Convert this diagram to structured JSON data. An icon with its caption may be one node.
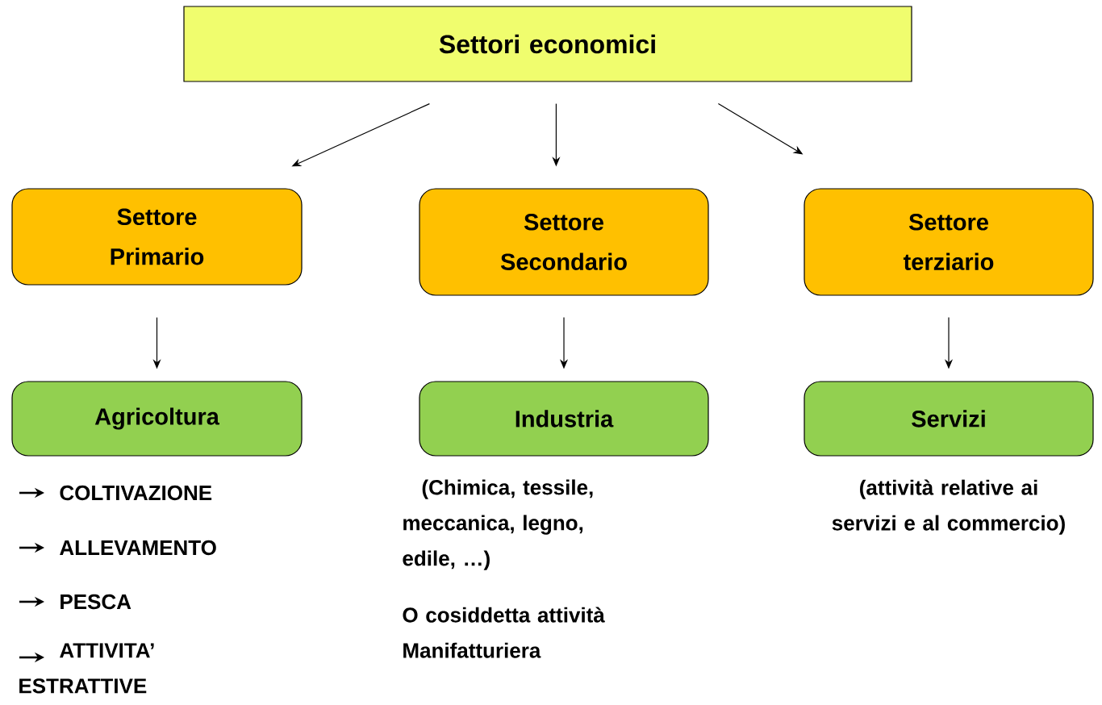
{
  "diagram": {
    "nodes": [
      {
        "text": [
          "Settori economici"
        ]
      },
      {
        "text": [
          "Settore Primario"
        ]
      },
      {
        "text": [
          "Settore Secondario"
        ]
      },
      {
        "text": [
          "Settore terziario"
        ]
      },
      {
        "text": [
          "Agricoltura"
        ]
      },
      {
        "text": [
          "Industria"
        ]
      },
      {
        "text": [
          "Servizi"
        ]
      }
    ],
    "edges": [
      {
        "from": 0,
        "to": 1,
        "arrow": "to"
      },
      {
        "from": 0,
        "to": 2,
        "arrow": "to"
      },
      {
        "from": 0,
        "to": 3,
        "arrow": "to"
      },
      {
        "from": 1,
        "to": 4,
        "arrow": "to"
      },
      {
        "from": 2,
        "to": 5,
        "arrow": "to"
      },
      {
        "from": 3,
        "to": 6,
        "arrow": "to"
      }
    ],
    "labels": [
      "COLTIVAZIONE",
      "ALLEVAMENTO",
      "PESCA",
      "ATTIVITA’ ESTRATTIVE",
      "(Chimica, tessile, meccanica, legno, edile, …)",
      "O cosiddetta attività Manifatturiera",
      "(attività relative ai servizi e al commercio)"
    ]
  }
}
